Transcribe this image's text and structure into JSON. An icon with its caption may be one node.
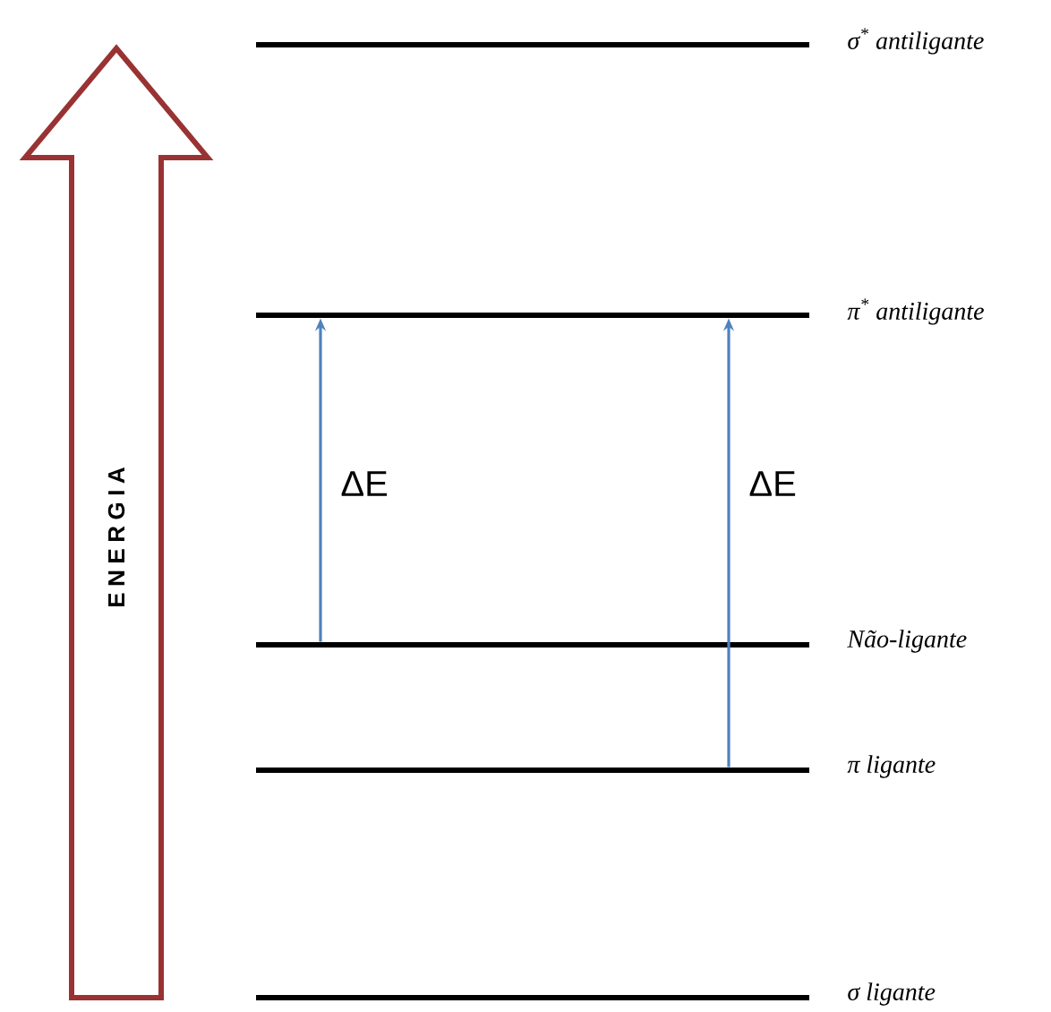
{
  "diagram": {
    "nodes": [
      {
        "text": [],
        "shape": "bar",
        "beside": [
          "σ$^{*}$ antiligante"
        ]
      },
      {
        "text": [],
        "shape": "bar",
        "beside": [
          "π$^{*}$ antiligante"
        ]
      },
      {
        "text": [],
        "shape": "bar",
        "beside": [
          "Não-ligante"
        ]
      },
      {
        "text": [],
        "shape": "bar",
        "beside": [
          "π ligante"
        ]
      },
      {
        "text": [],
        "shape": "bar",
        "beside": [
          "σ ligante"
        ]
      },
      {
        "text": [
          "E N E R G I A"
        ]
      }
    ],
    "edges": [
      {
        "from": 2,
        "to": 1,
        "arrow": "to",
        "label": "ΔE",
        "color": "#4f81bd"
      },
      {
        "from": 3,
        "to": 1,
        "arrow": "to",
        "label": "ΔE",
        "color": "#4f81bd"
      }
    ]
  }
}
